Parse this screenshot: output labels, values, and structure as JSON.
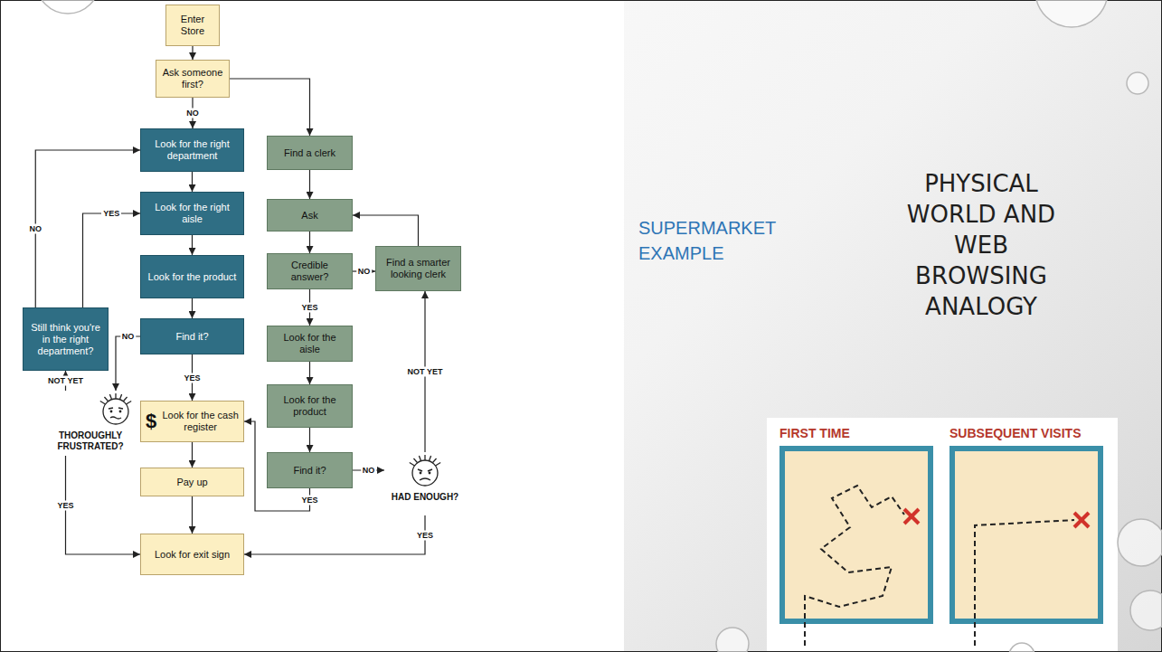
{
  "diagram": {
    "title": "PHYSICAL WORLD AND WEB BROWSING ANALOGY",
    "nodes": [
      {
        "text": [
          "Enter Store"
        ]
      },
      {
        "text": [
          "Ask someone first?"
        ]
      },
      {
        "text": [
          "Look for the right department"
        ]
      },
      {
        "text": [
          "Find a clerk"
        ]
      },
      {
        "text": [
          "Look for the right aisle"
        ]
      },
      {
        "text": [
          "Ask"
        ]
      },
      {
        "text": [
          "Credible answer?"
        ]
      },
      {
        "text": [
          "Find a smarter looking clerk"
        ]
      },
      {
        "text": [
          "Still think you're in the right department?"
        ]
      },
      {
        "text": [
          "Look for the product"
        ]
      },
      {
        "text": [
          "Find it?"
        ]
      },
      {
        "text": [
          "Look for the aisle"
        ]
      },
      {
        "text": [
          "Look for the product"
        ]
      },
      {
        "text": [
          "THOROUGHLY FRUSTRATED?"
        ]
      },
      {
        "text": [
          "$",
          "Look for the cash register"
        ]
      },
      {
        "text": [
          "Find it?"
        ]
      },
      {
        "text": [
          "HAD ENOUGH?"
        ]
      },
      {
        "text": [
          "Pay up"
        ]
      },
      {
        "text": [
          "Look for exit sign"
        ]
      },
      {
        "text": [
          "FIRST TIME"
        ]
      },
      {
        "text": [
          "SUBSEQUENT VISITS"
        ]
      }
    ],
    "edges": [
      {
        "from": 0,
        "to": 1,
        "arrow": "to"
      },
      {
        "from": 1,
        "to": 2,
        "label": "NO",
        "arrow": "to"
      },
      {
        "from": 1,
        "to": 3,
        "arrow": "to"
      },
      {
        "from": 2,
        "to": 4,
        "arrow": "to"
      },
      {
        "from": 4,
        "to": 9,
        "arrow": "to"
      },
      {
        "from": 9,
        "to": 10,
        "arrow": "to"
      },
      {
        "from": 10,
        "to": 13,
        "label": "NO",
        "arrow": "to"
      },
      {
        "from": 13,
        "to": 8,
        "label": "NOT YET",
        "arrow": "to"
      },
      {
        "from": 13,
        "to": 18,
        "label": "YES",
        "arrow": "to"
      },
      {
        "from": 8,
        "to": 2,
        "label": "NO",
        "arrow": "to"
      },
      {
        "from": 8,
        "to": 4,
        "label": "YES",
        "arrow": "to"
      },
      {
        "from": 10,
        "to": 14,
        "label": "YES",
        "arrow": "to"
      },
      {
        "from": 3,
        "to": 5,
        "arrow": "to"
      },
      {
        "from": 5,
        "to": 6,
        "arrow": "to"
      },
      {
        "from": 6,
        "to": 7,
        "label": "NO",
        "arrow": "to"
      },
      {
        "from": 7,
        "to": 5,
        "arrow": "to"
      },
      {
        "from": 6,
        "to": 11,
        "label": "YES",
        "arrow": "to"
      },
      {
        "from": 11,
        "to": 12,
        "arrow": "to"
      },
      {
        "from": 12,
        "to": 15,
        "arrow": "to"
      },
      {
        "from": 15,
        "to": 16,
        "label": "NO",
        "arrow": "to"
      },
      {
        "from": 16,
        "to": 7,
        "label": "NOT YET",
        "arrow": "to"
      },
      {
        "from": 16,
        "to": 18,
        "label": "YES",
        "arrow": "to"
      },
      {
        "from": 15,
        "to": 14,
        "label": "YES",
        "arrow": "to"
      },
      {
        "from": 14,
        "to": 17,
        "arrow": "to"
      },
      {
        "from": 17,
        "to": 18,
        "arrow": "to"
      }
    ],
    "labels": [
      "SUPERMARKET EXAMPLE"
    ]
  }
}
